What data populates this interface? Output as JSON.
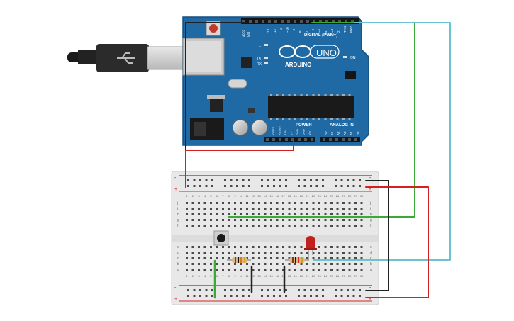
{
  "board": {
    "brand": "ARDUINO",
    "model": "UNO",
    "reset_label": "RESET",
    "digital_header": "DIGITAL (PWM~)",
    "tx_label": "TX",
    "rx_label": "RX",
    "l_label": "L",
    "on_label": "ON",
    "aref_label": "AREF",
    "gnd_label": "GND",
    "digital_pins": [
      "13",
      "12",
      "~11",
      "~10",
      "~9",
      "8",
      "7",
      "~6",
      "~5",
      "4",
      "~3",
      "2",
      "TX 1",
      "RX 0"
    ],
    "power_header": "POWER",
    "power_pins": [
      "IOREF",
      "RESET",
      "3.3V",
      "5V",
      "GND",
      "GND",
      "Vin"
    ],
    "analog_header": "ANALOG IN",
    "analog_pins": [
      "A0",
      "A1",
      "A2",
      "A3",
      "A4",
      "A5"
    ],
    "colors": {
      "pcb": "#1f6aa5",
      "pcb_dark": "#174f7d",
      "silk": "#ffffff"
    }
  },
  "breadboard": {
    "columns": 30,
    "row_letters_top": [
      "j",
      "i",
      "h",
      "g",
      "f"
    ],
    "row_letters_bottom": [
      "e",
      "d",
      "c",
      "b",
      "a"
    ],
    "plus_label": "+",
    "minus_label": "-",
    "colors": {
      "body": "#e8e8e8",
      "hole": "#4a4a4a",
      "rail_red": "#d22",
      "rail_black": "#222"
    }
  },
  "components": {
    "usb_cable": {
      "name": "usb-cable"
    },
    "pushbutton": {
      "name": "pushbutton"
    },
    "resistor_1": {
      "name": "resistor"
    },
    "resistor_2": {
      "name": "resistor"
    },
    "led": {
      "name": "led",
      "color": "#c0201e"
    }
  },
  "wire_colors": {
    "black": "#222222",
    "red": "#d42020",
    "green": "#3aaa35",
    "cyan": "#6cc3cf"
  }
}
